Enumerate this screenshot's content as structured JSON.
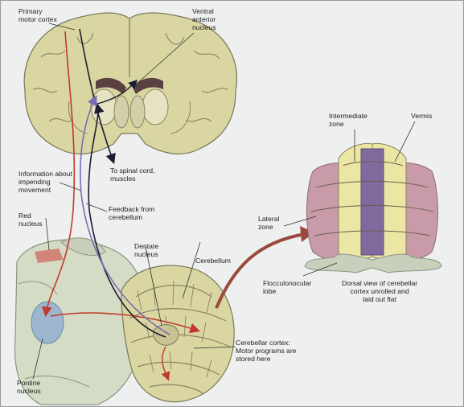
{
  "labels": {
    "primary_motor_cortex": "Primary\nmotor cortex",
    "ventral_anterior_nucleus": "Ventral\nanterior\nnucleus",
    "to_spinal_cord": "To spinal cord,\nmuscles",
    "info_impending_movement": "Information about\nimpending\nmovement",
    "feedback_from_cerebellum": "Feedback from\ncerebellum",
    "red_nucleus": "Red\nnucleus",
    "dentate_nucleus": "Dentate\nnucleus",
    "cerebellum": "Cerebellum",
    "pontine_nucleus": "Pontine\nnucleus",
    "cerebellar_cortex": "Cerebellar cortex:\nMotor programs are\nstored here",
    "intermediate_zone": "Intermediate\nzone",
    "vermis": "Vermis",
    "lateral_zone": "Lateral\nzone",
    "flocculonodular_lobe": "Flocculonocular\nlobe",
    "dorsal_view_caption": "Dorsal view of cerebellar\ncortex unrolled and\nlaid out flat"
  },
  "colors": {
    "background": "#eef0ef",
    "brain_tissue": "#dad6a2",
    "brainstem": "#d5dcc6",
    "lateral_zone_fill": "#c99aa8",
    "intermediate_zone_fill": "#ece6a4",
    "vermis_fill": "#7f6a9e",
    "red_pathway": "#c0392b",
    "black_pathway": "#1c1c30",
    "purple_pathway": "#7b6bb3",
    "pontine_fill": "#9db5cf",
    "big_arrow": "#9a4a3c"
  }
}
